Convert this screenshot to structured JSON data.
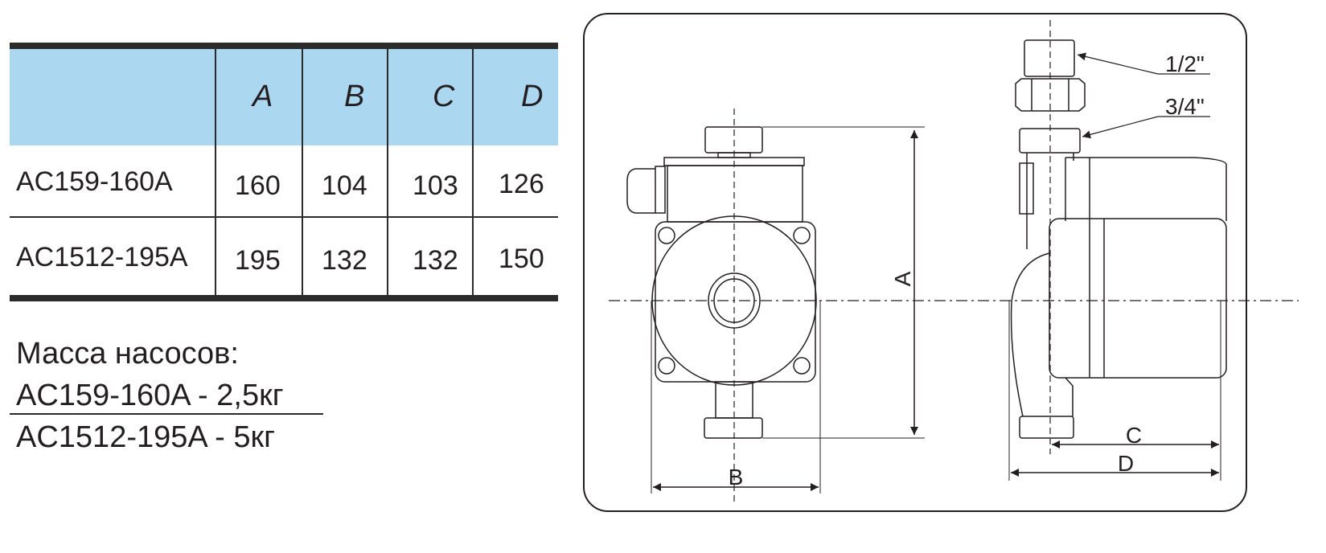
{
  "table": {
    "headers": [
      "A",
      "B",
      "C",
      "D"
    ],
    "rows": [
      {
        "model": "AC159-160A",
        "values": [
          "160",
          "104",
          "103",
          "126"
        ]
      },
      {
        "model": "AC1512-195A",
        "values": [
          "195",
          "132",
          "132",
          "150"
        ]
      }
    ]
  },
  "mass": {
    "title": "Масса насосов:",
    "lines": [
      "AC159-160A - 2,5кг",
      "AC1512-195A - 5кг"
    ]
  },
  "drawing": {
    "dim_a": "A",
    "dim_b": "B",
    "dim_c": "C",
    "dim_d": "D",
    "thread_top": "1/2\"",
    "thread_inlet": "3/4\""
  },
  "colors": {
    "header_bg": "#acd7f1",
    "line": "#2b2b2b"
  }
}
